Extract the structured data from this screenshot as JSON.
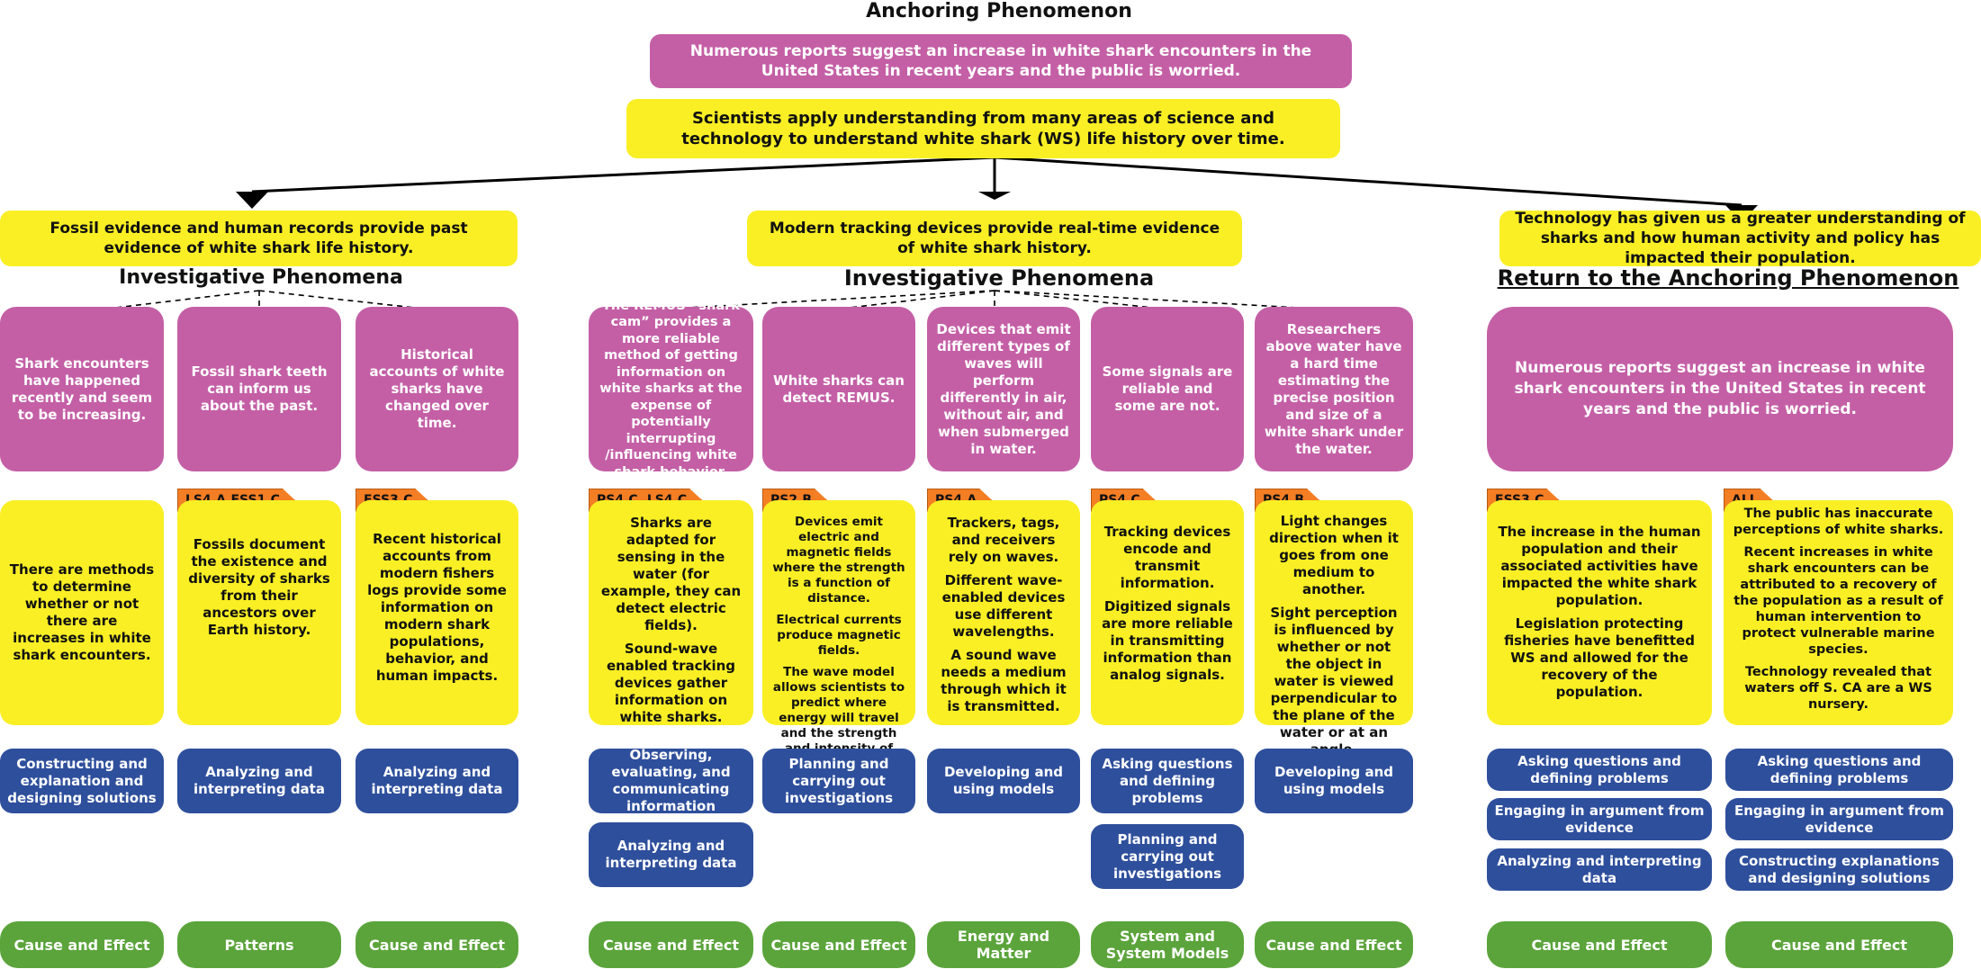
{
  "titles": {
    "anchoring": "Anchoring Phenomenon",
    "investigative_left": "Investigative Phenomena",
    "investigative_middle": "Investigative Phenomena",
    "return": "Return to the Anchoring Phenomenon"
  },
  "anchor_text": "Numerous reports suggest an increase in white shark encounters in the United States in recent years and the public is worried.",
  "science_text": "Scientists apply understanding from many areas of science and technology to understand white shark (WS) life history over time.",
  "branches": {
    "left": "Fossil evidence and human records provide past evidence of white shark life history.",
    "middle": "Modern tracking devices provide real-time evidence of white shark history.",
    "right": "Technology has given us a greater understanding of sharks and how human activity and policy has impacted their population."
  },
  "columns": [
    {
      "phenomenon": "Shark encounters have happened recently and seem to be increasing.",
      "tag": "",
      "dci": [
        "There are methods to determine whether or not there are increases in white shark encounters."
      ],
      "practices": [
        "Constructing and explanation and designing solutions"
      ],
      "crosscutting": "Cause and Effect"
    },
    {
      "phenomenon": "Fossil shark teeth can inform us about the past.",
      "tag": "LS4.A,ESS1.C",
      "dci": [
        "Fossils document the existence and diversity of sharks from their ancestors over Earth history."
      ],
      "practices": [
        "Analyzing and interpreting data"
      ],
      "crosscutting": "Patterns"
    },
    {
      "phenomenon": "Historical accounts of white sharks have changed over time.",
      "tag": "ESS3.C",
      "dci": [
        "Recent historical accounts from modern fishers logs provide some information on modern shark populations, behavior, and human impacts."
      ],
      "practices": [
        "Analyzing and interpreting data"
      ],
      "crosscutting": "Cause and Effect"
    },
    {
      "phenomenon": "The REMUS “shark cam” provides a more reliable method of getting information on white sharks at the expense of potentially interrupting /influencing white shark behavior.",
      "tag": "PS4.C, LS4.C",
      "dci": [
        "Sharks are adapted for sensing in the water (for example, they can detect electric fields).",
        "Sound-wave enabled tracking devices gather information on white sharks."
      ],
      "practices": [
        "Observing, evaluating, and communicating information",
        "Analyzing and interpreting data"
      ],
      "crosscutting": "Cause and Effect"
    },
    {
      "phenomenon": "White sharks can detect REMUS.",
      "tag": "PS2.B",
      "dci": [
        "Devices emit electric and magnetic fields where the strength is a function of distance.",
        "Electrical currents produce magnetic fields.",
        "The wave model allows scientists to predict where energy will travel and the strength and intensity of the energy."
      ],
      "practices": [
        "Planning and carrying out investigations"
      ],
      "crosscutting": "Cause and Effect"
    },
    {
      "phenomenon": "Devices that emit different types of waves will perform differently in air, without air, and when submerged in water.",
      "tag": "PS4.A",
      "dci": [
        "Trackers, tags, and receivers rely on waves.",
        "Different wave-enabled devices use different wavelengths.",
        "A sound wave needs a medium through which it is transmitted."
      ],
      "practices": [
        "Developing and using models"
      ],
      "crosscutting": "Energy and Matter"
    },
    {
      "phenomenon": "Some signals are reliable and some are not.",
      "tag": "PS4.C",
      "dci": [
        "Tracking devices encode and transmit information.",
        "Digitized signals are more reliable in transmitting information than analog signals."
      ],
      "practices": [
        "Asking questions and defining problems",
        "Planning and carrying out investigations"
      ],
      "crosscutting": "System and System Models"
    },
    {
      "phenomenon": "Researchers above water have a hard time estimating the precise position and size of a white shark under the water.",
      "tag": "PS4.B",
      "dci": [
        "Light changes direction when it goes from one medium to another.",
        "Sight perception is influenced by whether or not the object in water is viewed perpendicular to the plane of the water or at an angle."
      ],
      "practices": [
        "Developing and using models"
      ],
      "crosscutting": "Cause and Effect"
    },
    {
      "phenomenon": "",
      "tag": "ESS3.C",
      "dci": [
        "The increase in the human population and their associated activities have impacted the white shark population.",
        "Legislation protecting fisheries have benefitted WS and allowed for the recovery of the population."
      ],
      "practices": [
        "Asking questions and defining problems",
        "Engaging in argument from evidence",
        "Analyzing and interpreting data"
      ],
      "crosscutting": "Cause and Effect"
    },
    {
      "phenomenon": "",
      "tag": "ALL",
      "dci": [
        "The public has inaccurate perceptions of white sharks.",
        "Recent increases in white shark encounters can be attributed to a recovery of the population as a result of human intervention to protect vulnerable marine species.",
        "Technology revealed that waters off S. CA are a WS nursery."
      ],
      "practices": [
        "Asking questions and defining problems",
        "Engaging in argument from evidence",
        "Constructing explanations and designing solutions"
      ],
      "crosscutting": "Cause and Effect"
    }
  ],
  "return_phenomenon": "Numerous reports suggest an increase in white shark encounters in the United States in recent years and the public is worried.",
  "colors": {
    "magenta": "#c45fa6",
    "yellow": "#f9ef24",
    "orange": "#f47e24",
    "blue": "#2e4f9c",
    "green": "#5ba43b"
  }
}
